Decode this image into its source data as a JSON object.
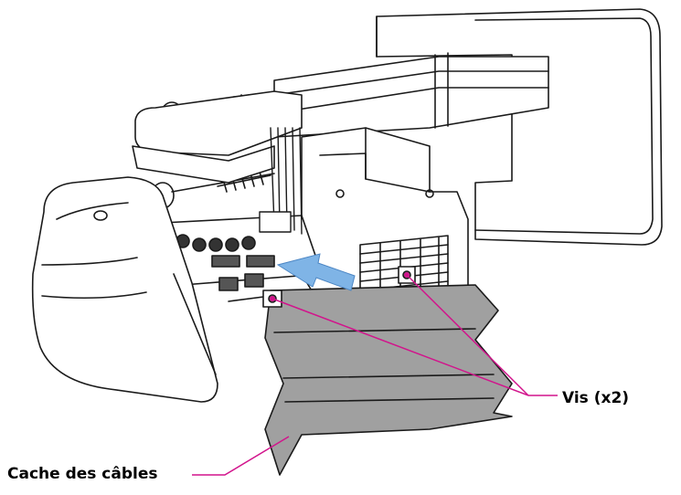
{
  "labels": {
    "screws": "Vis (x2)",
    "cable_cover": "Cache des câbles"
  },
  "colors": {
    "callout": "#d2148c",
    "arrow": "#7fb4e6",
    "cover": "#a0a0a0",
    "line": "#1a1a1a"
  },
  "illustration": {
    "subject": "wall-mounted-projector",
    "action": "attach-cable-cover"
  }
}
